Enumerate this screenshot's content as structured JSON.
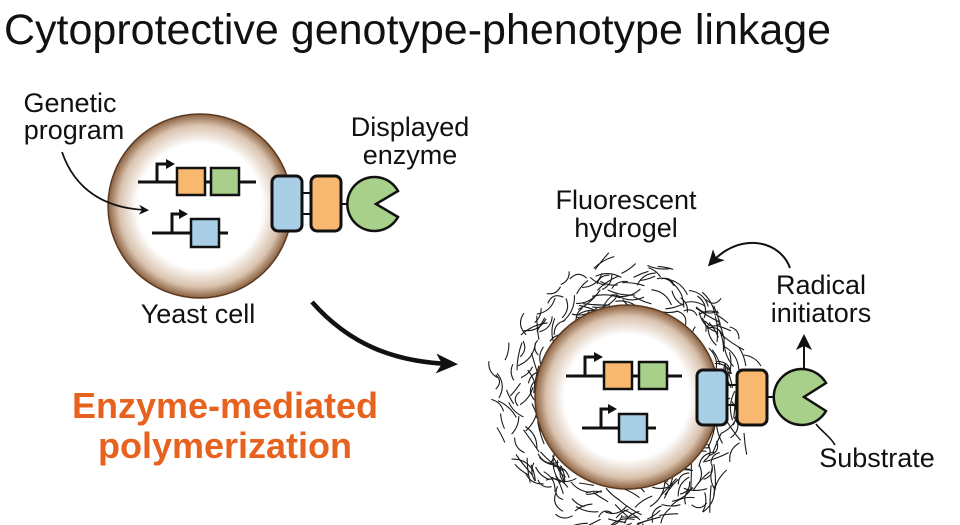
{
  "title": "Cytoprotective genotype-phenotype linkage",
  "labels": {
    "genetic_program_1": "Genetic",
    "genetic_program_2": "program",
    "displayed_enzyme_1": "Displayed",
    "displayed_enzyme_2": "enzyme",
    "yeast_cell": "Yeast cell",
    "process_1": "Enzyme-mediated",
    "process_2": "polymerization",
    "hydrogel_1": "Fluorescent",
    "hydrogel_2": "hydrogel",
    "radical_1": "Radical",
    "radical_2": "initiators",
    "substrate": "Substrate"
  },
  "colors": {
    "orange_gene": "#f9b870",
    "green_gene": "#a9d08a",
    "blue_gene": "#a9cfe6",
    "cell_rim": "#7a5236",
    "process_text": "#e8621f"
  }
}
